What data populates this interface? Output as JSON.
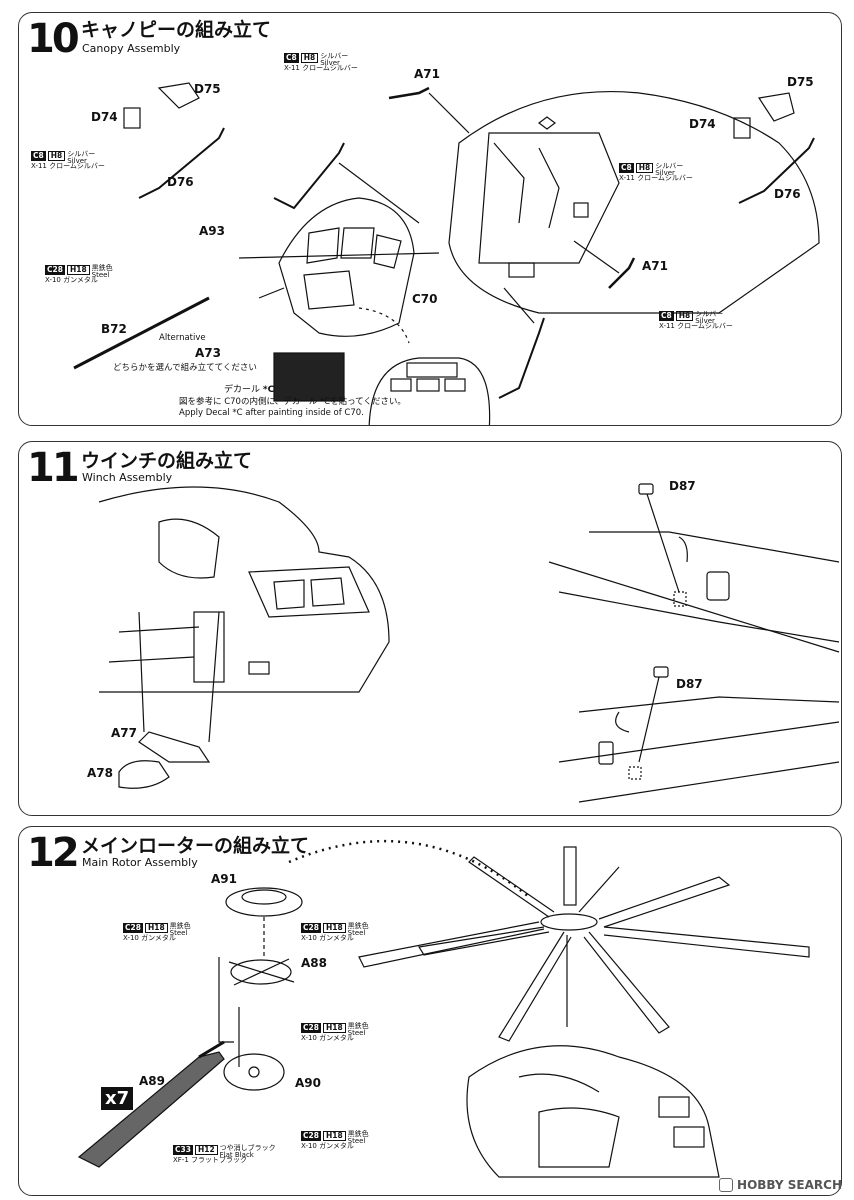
{
  "steps": [
    {
      "num": "10",
      "jp": "キャノピーの組み立て",
      "en": "Canopy Assembly"
    },
    {
      "num": "11",
      "jp": "ウインチの組み立て",
      "en": "Winch Assembly"
    },
    {
      "num": "12",
      "jp": "メインローターの組み立て",
      "en": "Main Rotor Assembly"
    }
  ],
  "parts": {
    "a71": "A71",
    "d74": "D74",
    "d75": "D75",
    "d76": "D76",
    "a93": "A93",
    "b72": "B72",
    "a73": "A73",
    "c70": "C70",
    "d87": "D87",
    "a77": "A77",
    "a78": "A78",
    "a91": "A91",
    "a88": "A88",
    "a89": "A89",
    "a90": "A90"
  },
  "paints": {
    "silver": {
      "code": "C8",
      "h": "H8",
      "jp": "シルバー",
      "en": "Silver",
      "x": "X-11 クロームシルバー"
    },
    "steel": {
      "code": "C28",
      "h": "H18",
      "jp": "黒鉄色",
      "en": "Steel",
      "x": "X-10 ガンメタル"
    },
    "flatblack": {
      "code": "C33",
      "h": "H12",
      "jp": "つや消しブラック",
      "en": "Flat Black",
      "x": "XF-1 フラットブラック"
    }
  },
  "notes": {
    "alternative": "Alternative",
    "choose": "どちらかを選んで組み立ててください",
    "decal": "デカール",
    "decal_c": "*C",
    "decal_jp": "図を参考に C70の内側に、デカール *Cを貼ってください。",
    "decal_en": "Apply Decal *C after painting inside of C70.",
    "times": "x7"
  },
  "footer": {
    "brand": "HOBBY SEARCH"
  }
}
